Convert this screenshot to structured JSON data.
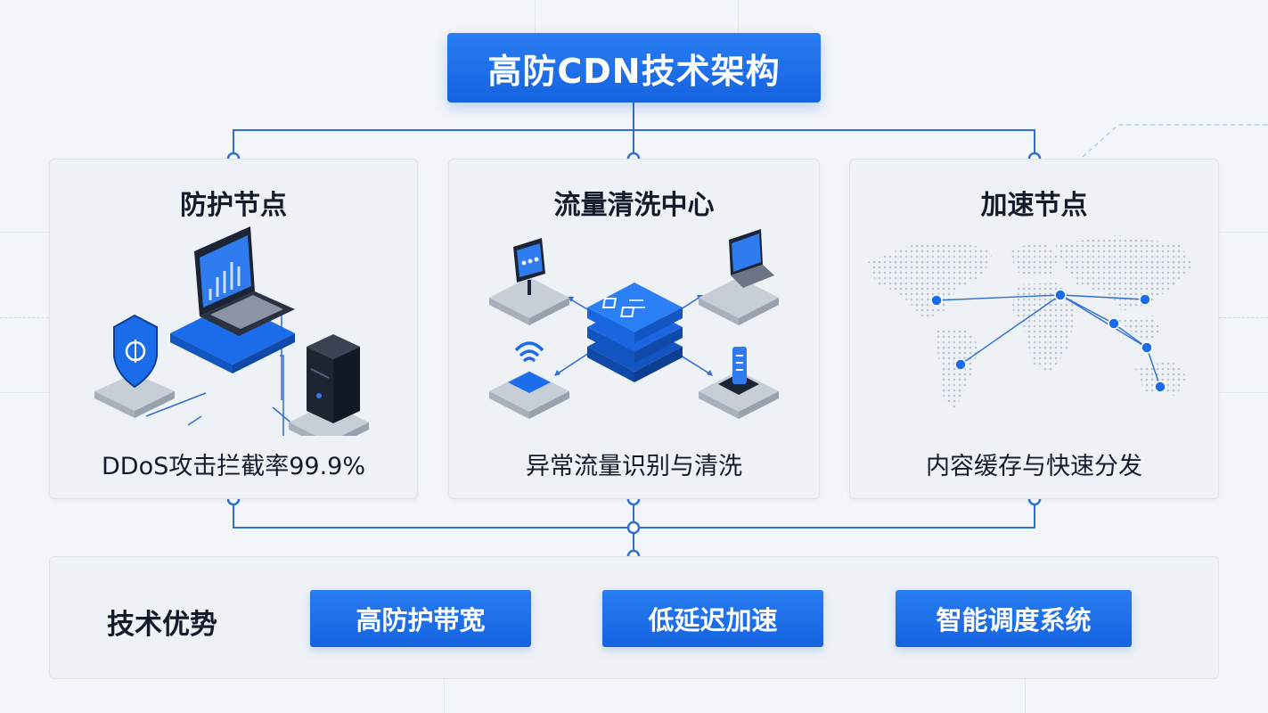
{
  "title": "高防CDN技术架构",
  "nodes": [
    {
      "title": "防护节点",
      "desc": "DDoS攻击拦截率99.9%"
    },
    {
      "title": "流量清洗中心",
      "desc": "异常流量识别与清洗"
    },
    {
      "title": "加速节点",
      "desc": "内容缓存与快速分发"
    }
  ],
  "advantages": {
    "label": "技术优势",
    "items": [
      "高防护带宽",
      "低延迟加速",
      "智能调度系统"
    ]
  },
  "colors": {
    "accent": "#1a6cea",
    "line": "#2f6fd6",
    "panel": "#eef1f5",
    "background": "#f2f5f9"
  }
}
